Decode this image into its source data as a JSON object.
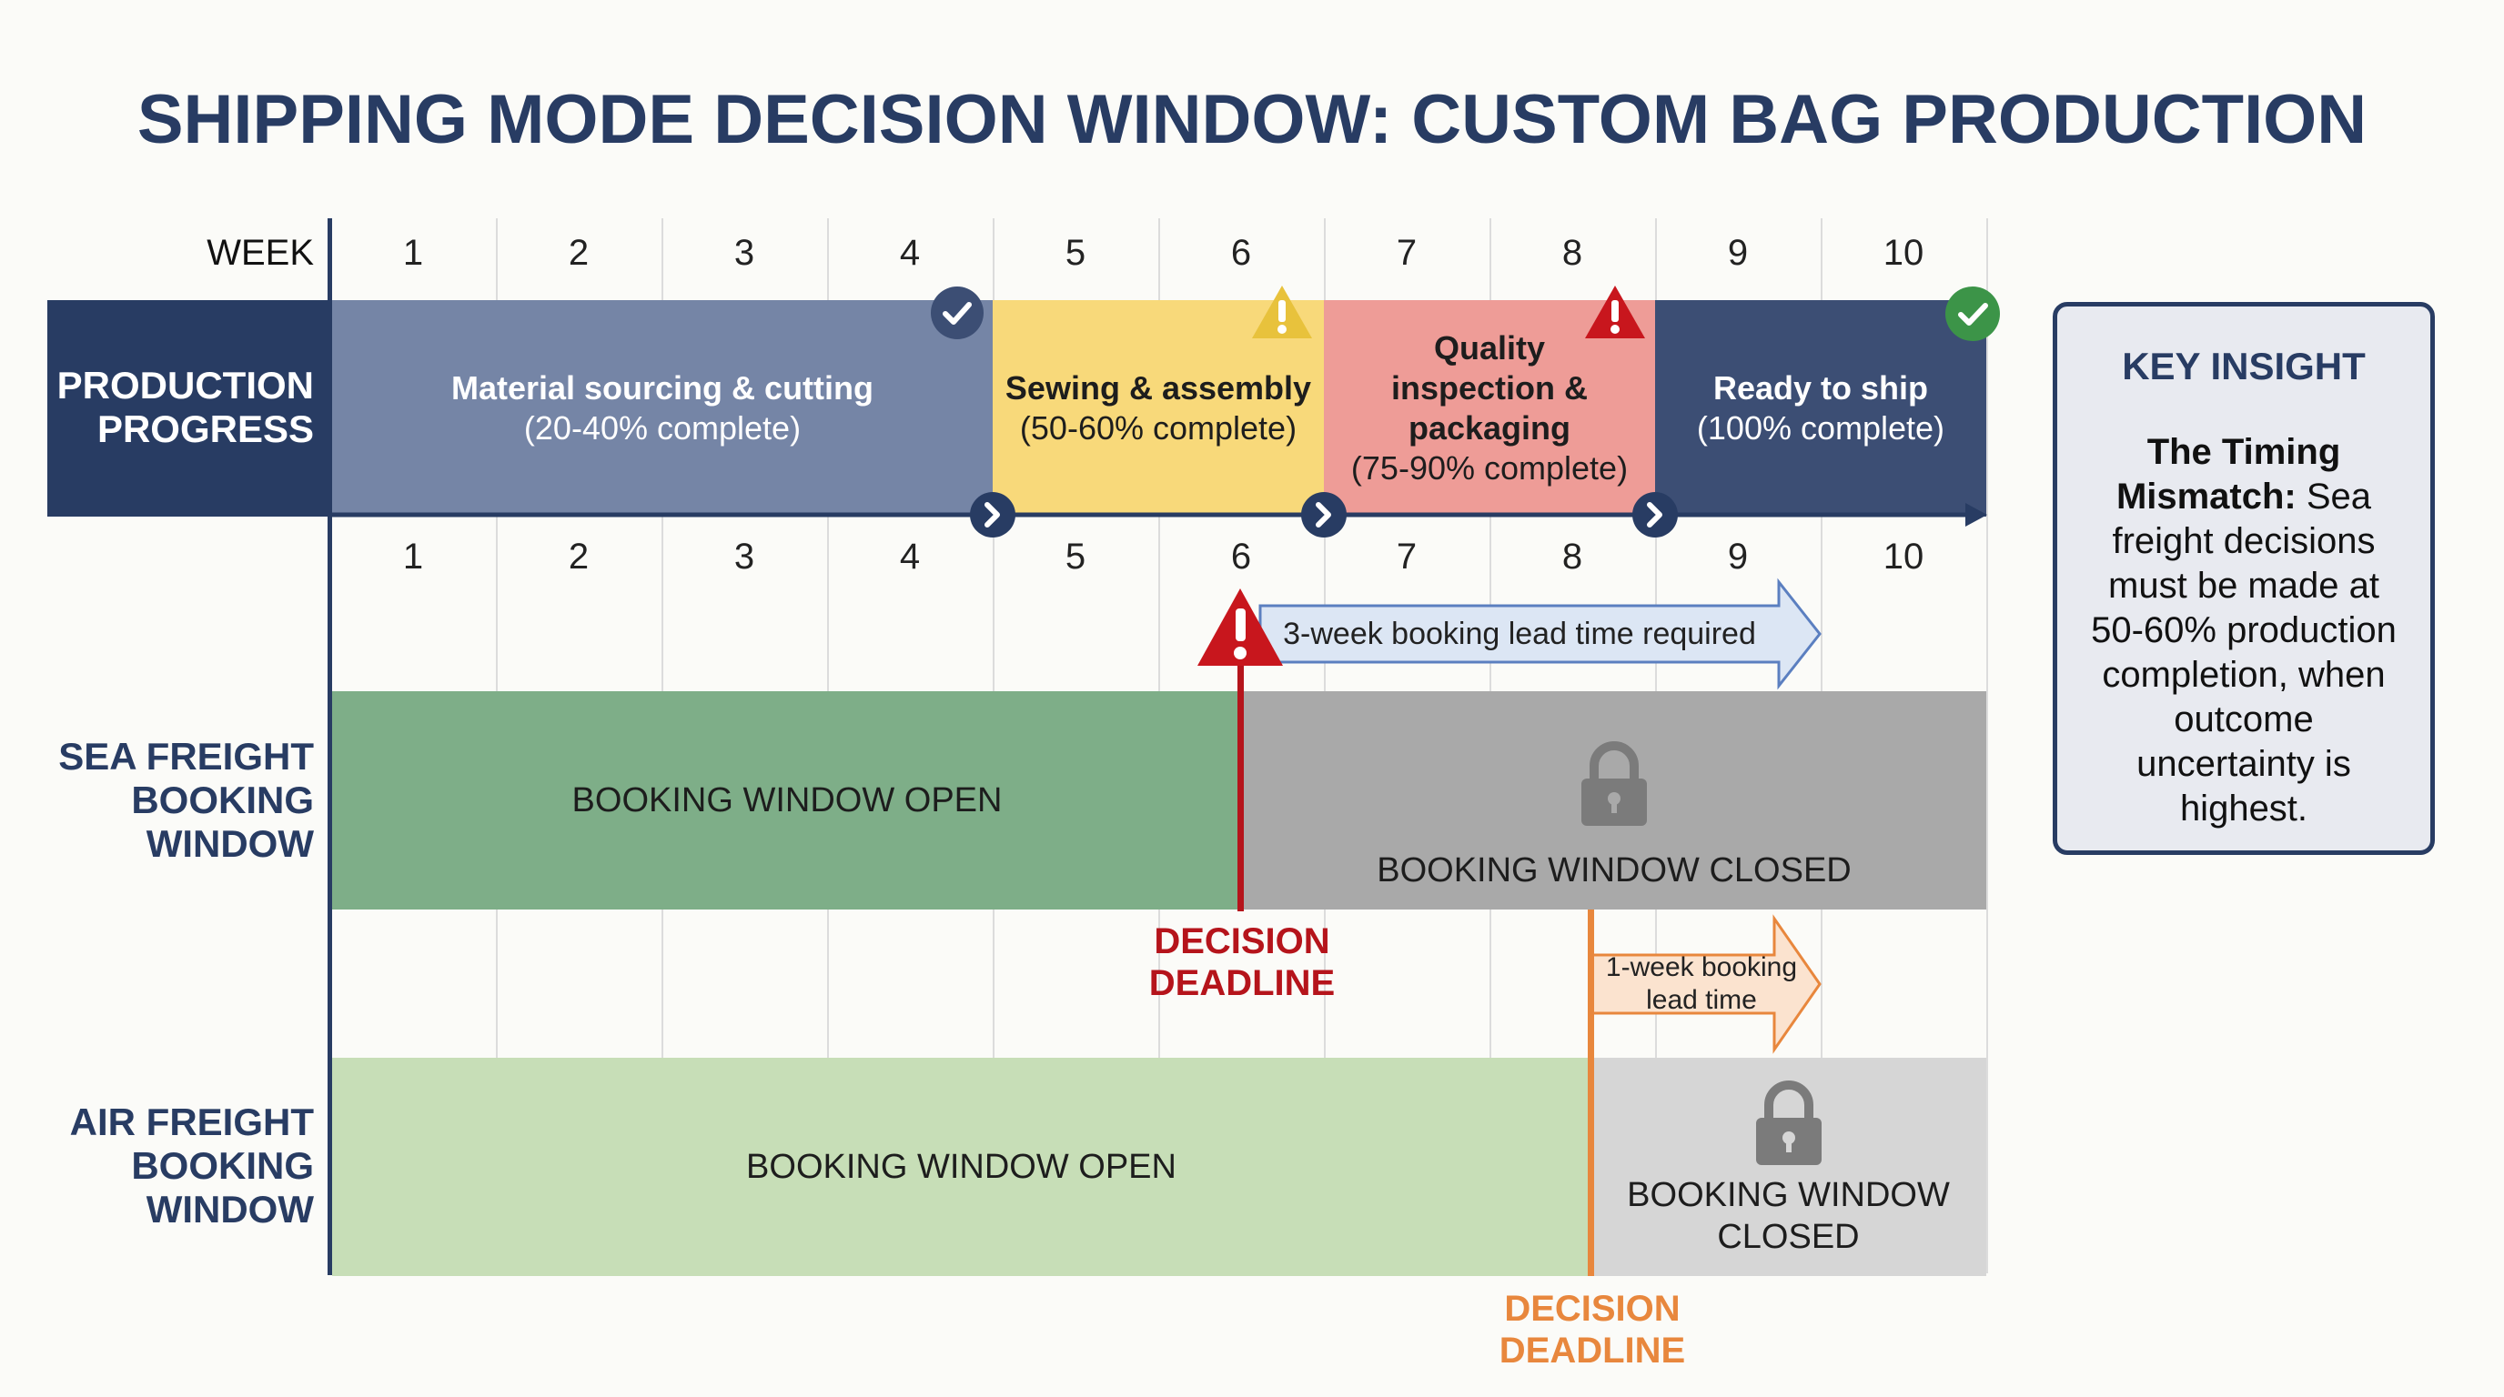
{
  "title": "SHIPPING MODE DECISION WINDOW: CUSTOM BAG PRODUCTION",
  "week_label": "WEEK",
  "weeks": [
    "1",
    "2",
    "3",
    "4",
    "5",
    "6",
    "7",
    "8",
    "9",
    "10"
  ],
  "rows": {
    "production": "PRODUCTION PROGRESS",
    "sea": "SEA FREIGHT BOOKING WINDOW",
    "air": "AIR FREIGHT BOOKING WINDOW"
  },
  "phases": [
    {
      "name": "Material sourcing & cutting",
      "detail": "(20-40% complete)",
      "color": "#7585a6",
      "text_color": "#ffffff"
    },
    {
      "name": "Sewing & assembly",
      "detail": "(50-60% complete)",
      "color": "#f8d97a",
      "text_color": "#1d1d1d"
    },
    {
      "name": "Quality inspection & packaging",
      "detail": "(75-90% complete)",
      "color": "#ee9c97",
      "text_color": "#1d1d1d"
    },
    {
      "name": "Ready to ship",
      "detail": "(100% complete)",
      "color": "#3c4e74",
      "text_color": "#ffffff"
    }
  ],
  "sea": {
    "open_label": "BOOKING WINDOW OPEN",
    "closed_label": "BOOKING WINDOW CLOSED",
    "lead_time": "3-week booking lead time required",
    "deadline": "DECISION DEADLINE",
    "deadline_week": 6,
    "open_color": "#7eae88",
    "closed_color": "#a9a9a9",
    "accent": "#b5141b"
  },
  "air": {
    "open_label": "BOOKING WINDOW OPEN",
    "closed_label": "BOOKING WINDOW CLOSED",
    "lead_time": "1-week booking lead time",
    "deadline": "DECISION DEADLINE",
    "deadline_week": 8,
    "open_color": "#c7deb7",
    "closed_color": "#d6d6d6",
    "accent": "#e8873d"
  },
  "insight": {
    "title": "KEY INSIGHT",
    "lead": "The Timing Mismatch:",
    "text": "Sea freight decisions must be made at 50-60% production completion, when outcome uncertainty is highest."
  },
  "icons": [
    "check-icon",
    "warning-icon",
    "alert-icon",
    "success-check-icon",
    "chevron-right-icon",
    "lock-icon"
  ]
}
